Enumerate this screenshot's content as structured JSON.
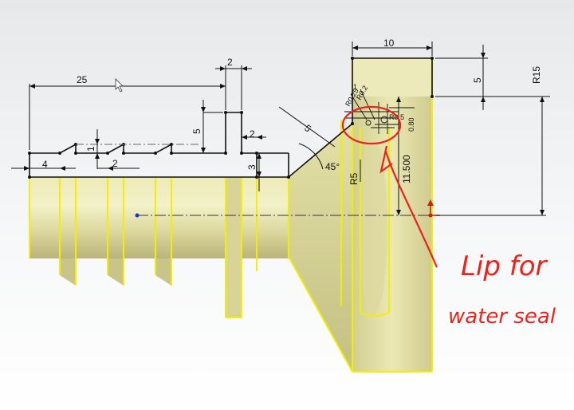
{
  "dimensions": {
    "length_25": "25",
    "width_2_top": "2",
    "flange_10": "10",
    "flange_5": "5",
    "radius_r15": "R15",
    "height_5_left": "5",
    "width_2_mid": "2",
    "step_1": "1",
    "width_4": "4",
    "barb_2": "2",
    "height_3": "3",
    "chamfer_5": "5",
    "angle_45": "45°",
    "radius_r5": "R5",
    "height_11_5": "11.500",
    "lip_1": "1",
    "lip_080": "0.80",
    "lip_r025": "R0.25",
    "lip_r02": "R0.2",
    "lip_r05": "R0.5"
  },
  "annotation": {
    "line1": "Lip for",
    "line2": "water seal"
  },
  "colors": {
    "body_fill": "#e8e6a8",
    "edge": "#f2f000",
    "annotation": "#e8231c"
  }
}
